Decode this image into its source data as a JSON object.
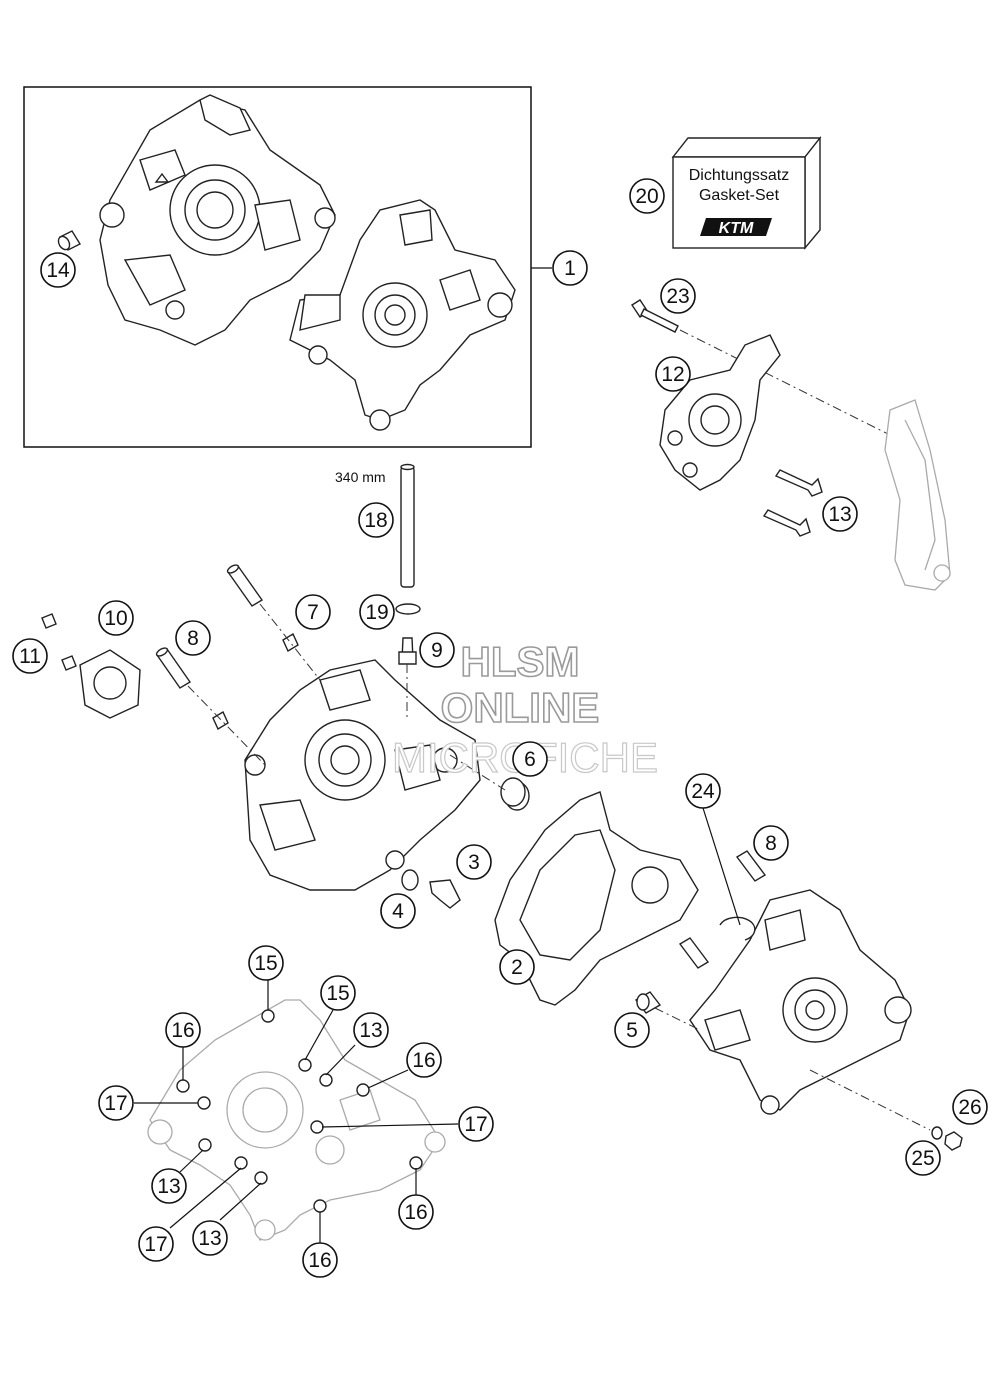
{
  "callouts": [
    {
      "id": "c1",
      "label": "1"
    },
    {
      "id": "c2",
      "label": "2"
    },
    {
      "id": "c3",
      "label": "3"
    },
    {
      "id": "c4",
      "label": "4"
    },
    {
      "id": "c5",
      "label": "5"
    },
    {
      "id": "c6",
      "label": "6"
    },
    {
      "id": "c7",
      "label": "7"
    },
    {
      "id": "c8a",
      "label": "8"
    },
    {
      "id": "c8b",
      "label": "8"
    },
    {
      "id": "c9",
      "label": "9"
    },
    {
      "id": "c10",
      "label": "10"
    },
    {
      "id": "c11",
      "label": "11"
    },
    {
      "id": "c12",
      "label": "12"
    },
    {
      "id": "c13a",
      "label": "13"
    },
    {
      "id": "c13b",
      "label": "13"
    },
    {
      "id": "c13c",
      "label": "13"
    },
    {
      "id": "c13d",
      "label": "13"
    },
    {
      "id": "c14",
      "label": "14"
    },
    {
      "id": "c15a",
      "label": "15"
    },
    {
      "id": "c15b",
      "label": "15"
    },
    {
      "id": "c16a",
      "label": "16"
    },
    {
      "id": "c16b",
      "label": "16"
    },
    {
      "id": "c16c",
      "label": "16"
    },
    {
      "id": "c16d",
      "label": "16"
    },
    {
      "id": "c17a",
      "label": "17"
    },
    {
      "id": "c17b",
      "label": "17"
    },
    {
      "id": "c17c",
      "label": "17"
    },
    {
      "id": "c18",
      "label": "18"
    },
    {
      "id": "c19",
      "label": "19"
    },
    {
      "id": "c20",
      "label": "20"
    },
    {
      "id": "c23",
      "label": "23"
    },
    {
      "id": "c24",
      "label": "24"
    },
    {
      "id": "c25",
      "label": "25"
    },
    {
      "id": "c26",
      "label": "26"
    }
  ],
  "gasket_box": {
    "line1": "Dichtungssatz",
    "line2": "Gasket-Set",
    "brand": "KTM"
  },
  "tube_length": "340 mm",
  "watermark": {
    "line1": "HLSM",
    "line2": "ONLINE",
    "line3": "MICROFICHE"
  }
}
